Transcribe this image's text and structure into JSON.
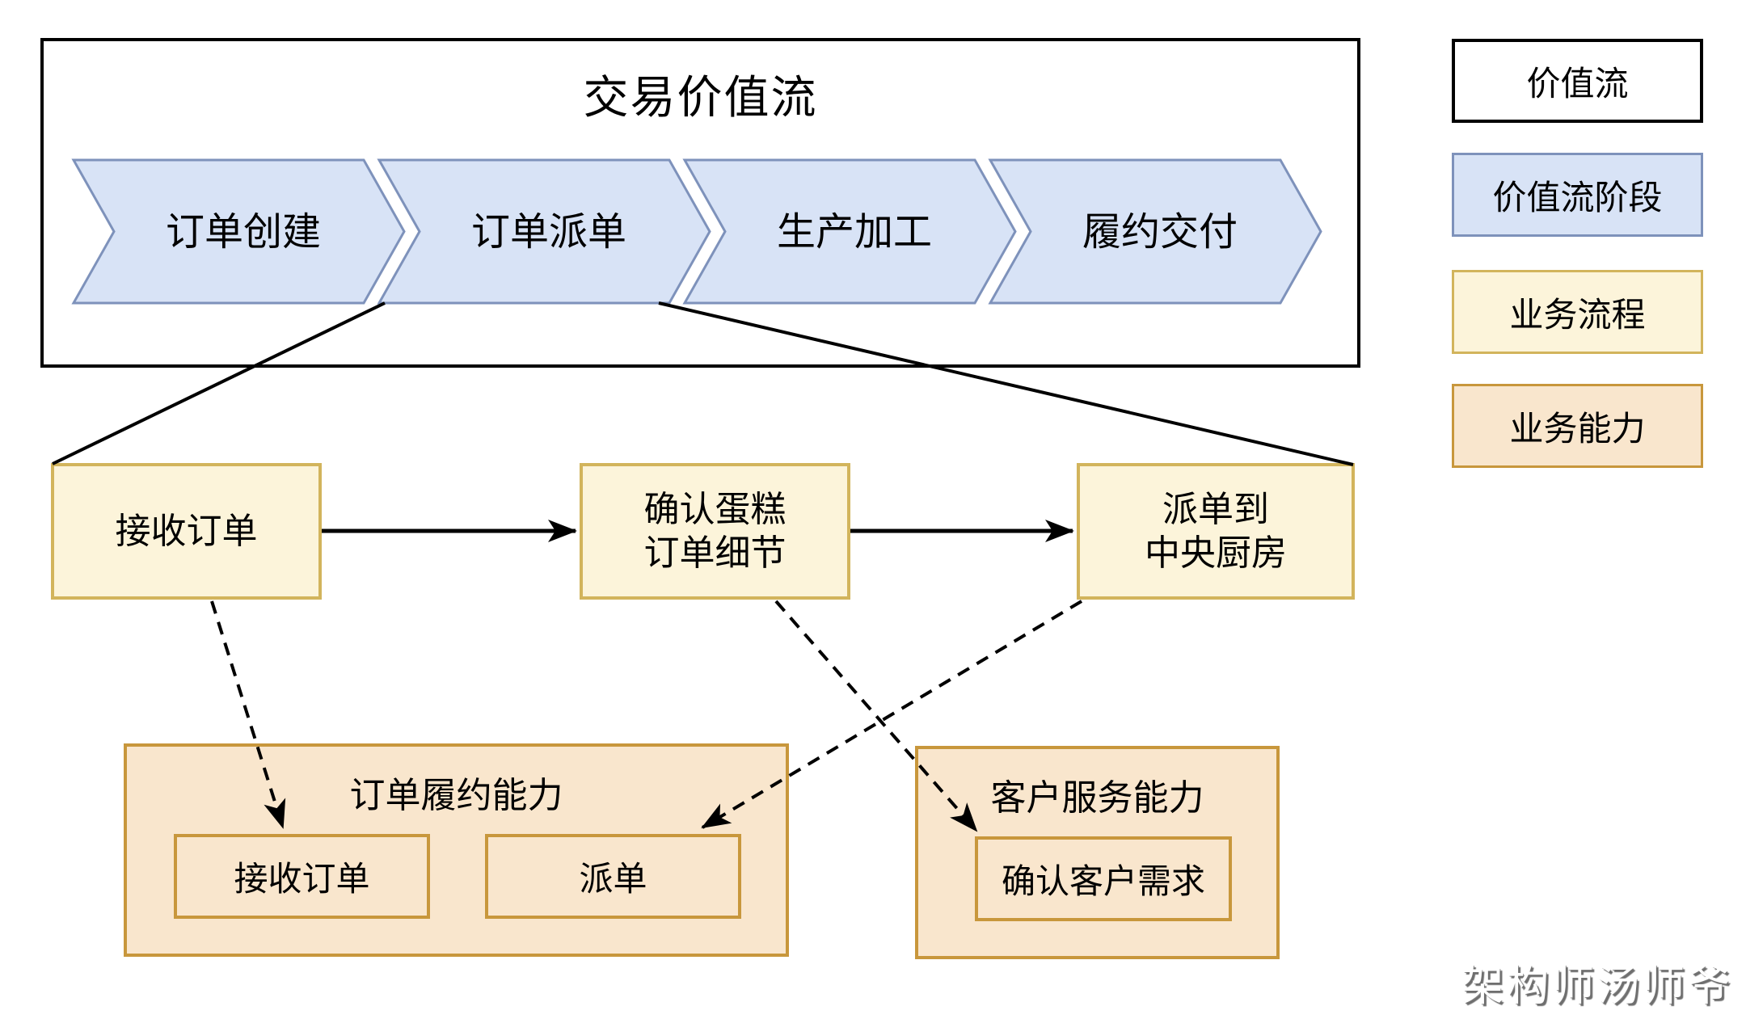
{
  "value_stream": {
    "title": "交易价值流",
    "stages": [
      {
        "label": "订单创建"
      },
      {
        "label": "订单派单"
      },
      {
        "label": "生产加工"
      },
      {
        "label": "履约交付"
      }
    ]
  },
  "processes": [
    {
      "line1": "接收订单",
      "line2": ""
    },
    {
      "line1": "确认蛋糕",
      "line2": "订单细节"
    },
    {
      "line1": "派单到",
      "line2": "中央厨房"
    }
  ],
  "capabilities": [
    {
      "title": "订单履约能力",
      "items": [
        {
          "label": "接收订单"
        },
        {
          "label": "派单"
        }
      ]
    },
    {
      "title": "客户服务能力",
      "items": [
        {
          "label": "确认客户需求"
        }
      ]
    }
  ],
  "legend": {
    "items": [
      {
        "label": "价值流"
      },
      {
        "label": "价值流阶段"
      },
      {
        "label": "业务流程"
      },
      {
        "label": "业务能力"
      }
    ]
  },
  "watermark": "架构师汤师爷",
  "colors": {
    "stage_fill": "#d8e3f6",
    "stage_stroke": "#7e92bb",
    "process_fill": "#fcf4da",
    "process_stroke": "#d2b45c",
    "capability_fill": "#f9e6cd",
    "capability_stroke": "#c8973c",
    "connector": "#000000"
  }
}
